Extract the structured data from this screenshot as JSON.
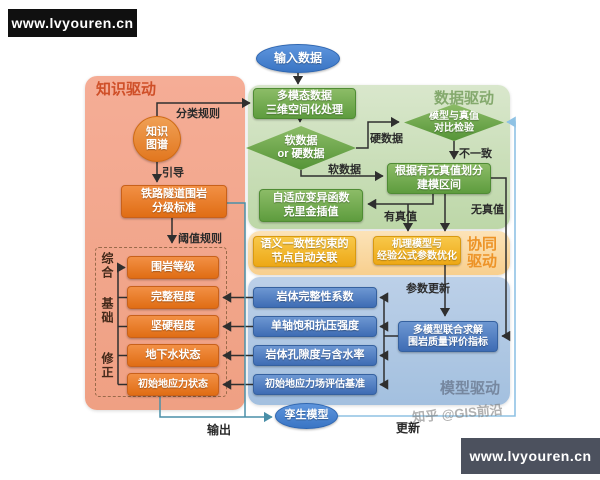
{
  "banners": {
    "top_left": "www.lvyouren.cn",
    "bottom_right": "www.lvyouren.cn"
  },
  "watermark": "知乎 @GIS前沿",
  "regions": {
    "knowledge": {
      "label": "知识驱动",
      "color": "#f2a68d",
      "label_color": "#cf4f28"
    },
    "data": {
      "label": "数据驱动",
      "color": "#c9dfb5",
      "label_color": "#84a96d"
    },
    "collaborative": {
      "label": "协同\n驱动",
      "color": "#fbd8a0",
      "label_color": "#ed9327"
    },
    "model": {
      "label": "模型驱动",
      "color": "#adc7e3",
      "label_color": "#76879f"
    }
  },
  "nodes": {
    "input_data": "输入数据",
    "multimodal": "多模态数据\n三维空间化处理",
    "soft_hard": "软数据\nor 硬数据",
    "compare": "模型与真值\n对比检验",
    "interval": "根据有无真值划分\n建模区间",
    "kriging": "自适应变异函数\n克里金插值",
    "semantic": "语义一致性约束的\n节点自动关联",
    "mechanism": "机理模型与\n经验公式参数优化",
    "knowledge_graph": "知识\n图谱",
    "standard": "铁路隧道围岩\n分级标准",
    "rock_grade": "围岩等级",
    "integrity": "完整程度",
    "hardness": "坚硬程度",
    "groundwater": "地下水状态",
    "geostress": "初始地应力状态",
    "integrity_coef": "岩体完整性系数",
    "uniaxial": "单轴饱和抗压强度",
    "porosity": "岩体孔隙度与含水率",
    "geostress_benchmark": "初始地应力场评估基准",
    "multi_model": "多模型联合求解\n围岩质量评价指标",
    "twin_model": "孪生模型"
  },
  "group_labels": {
    "comprehensive": "综合",
    "basic": "基础",
    "correction": "修正"
  },
  "edge_labels": {
    "classification": "分类规则",
    "guide": "引导",
    "threshold": "阈值规则",
    "hard": "硬数据",
    "soft": "软数据",
    "inconsistent": "不一致",
    "has_truth": "有真值",
    "no_truth": "无真值",
    "param_update": "参数更新",
    "output": "输出",
    "update": "更新"
  }
}
